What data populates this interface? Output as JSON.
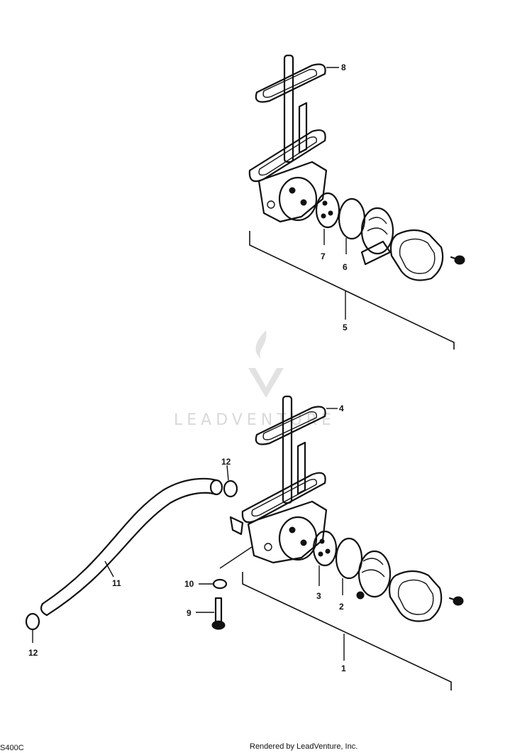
{
  "watermark": {
    "text": "LEADVENTURE"
  },
  "assemblies": [
    {
      "id": "upper",
      "callouts": [
        "8",
        "7",
        "6",
        "5"
      ]
    },
    {
      "id": "lower",
      "callouts": [
        "4",
        "12",
        "11",
        "10",
        "9",
        "12",
        "3",
        "2",
        "1"
      ]
    }
  ],
  "footer": {
    "credit": "Rendered by LeadVenture, Inc.",
    "code": "S400C"
  }
}
